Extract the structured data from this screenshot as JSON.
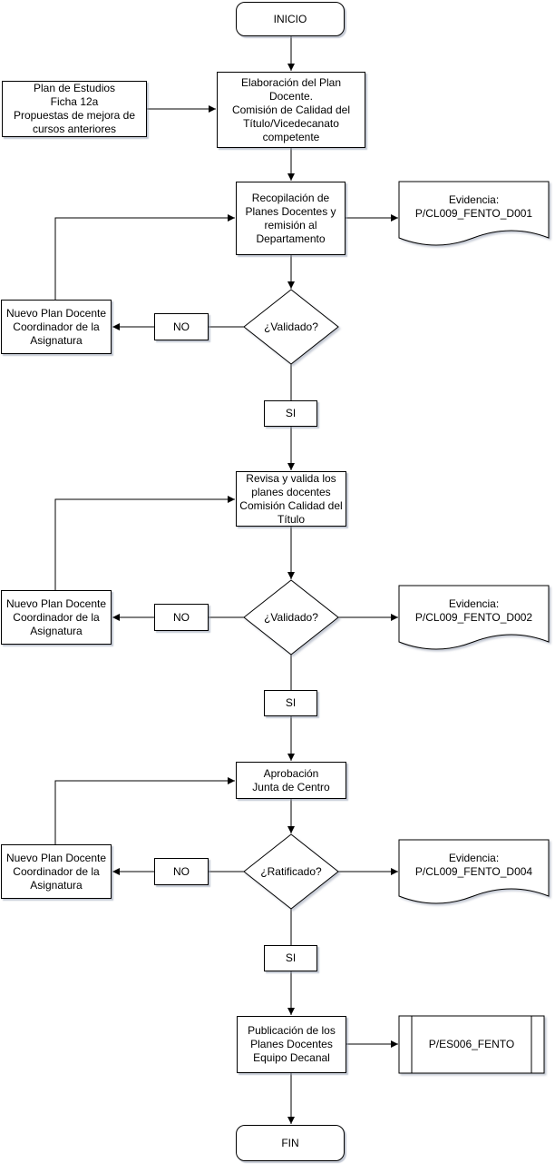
{
  "colors": {
    "stroke": "#000000",
    "fill": "#ffffff",
    "text": "#000000",
    "background": "#ffffff"
  },
  "nodes": {
    "inicio": {
      "label": "INICIO"
    },
    "plan_estudios": {
      "label": "Plan de Estudios\nFicha 12a\nPropuestas de mejora de\ncursos anteriores"
    },
    "elaboracion": {
      "label": "Elaboración del Plan\nDocente.\nComisión de Calidad del\nTítulo/Vicedecanato\ncompetente"
    },
    "recopilacion": {
      "label": "Recopilación de\nPlanes Docentes y\nremisión al\nDepartamento"
    },
    "evidencia_d001": {
      "label": "Evidencia:\nP/CL009_FENTO_D001"
    },
    "decision_validado_1": {
      "label": "¿Validado?"
    },
    "no_1": {
      "label": "NO"
    },
    "nuevo_plan_1": {
      "label": "Nuevo Plan Docente\nCoordinador de la\nAsignatura"
    },
    "si_1": {
      "label": "SI"
    },
    "revisa": {
      "label": "Revisa y valida los\nplanes docentes\nComisión Calidad del\nTítulo"
    },
    "decision_validado_2": {
      "label": "¿Validado?"
    },
    "no_2": {
      "label": "NO"
    },
    "nuevo_plan_2": {
      "label": "Nuevo Plan Docente\nCoordinador de la\nAsignatura"
    },
    "evidencia_d002": {
      "label": "Evidencia:\nP/CL009_FENTO_D002"
    },
    "si_2": {
      "label": "SI"
    },
    "aprobacion": {
      "label": "Aprobación\nJunta de Centro"
    },
    "decision_ratificado": {
      "label": "¿Ratificado?"
    },
    "no_3": {
      "label": "NO"
    },
    "nuevo_plan_3": {
      "label": "Nuevo Plan Docente\nCoordinador de la\nAsignatura"
    },
    "evidencia_d004": {
      "label": "Evidencia:\nP/CL009_FENTO_D004"
    },
    "si_3": {
      "label": "SI"
    },
    "publicacion": {
      "label": "Publicación de los\nPlanes Docentes\nEquipo Decanal"
    },
    "p_es006": {
      "label": "P/ES006_FENTO"
    },
    "fin": {
      "label": "FIN"
    }
  }
}
